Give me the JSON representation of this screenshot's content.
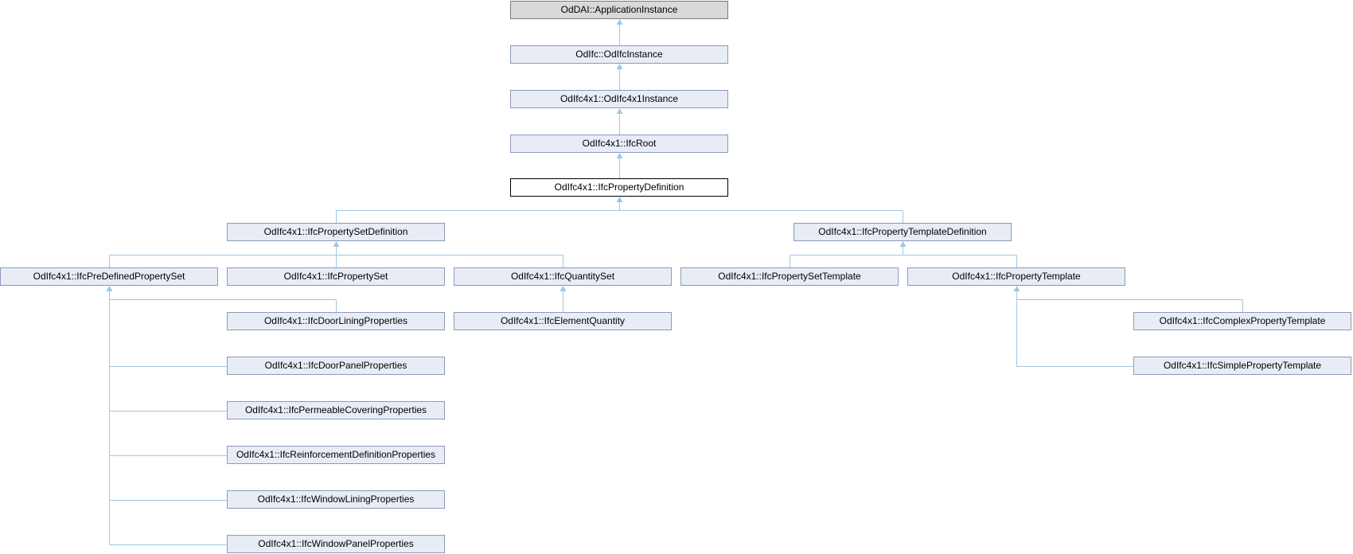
{
  "diagram": {
    "nodes": {
      "n_appinst": "OdDAI::ApplicationInstance",
      "n_ifcinst": "OdIfc::OdIfcInstance",
      "n_ifc4inst": "OdIfc4x1::OdIfc4x1Instance",
      "n_root": "OdIfc4x1::IfcRoot",
      "n_propdef": "OdIfc4x1::IfcPropertyDefinition",
      "n_psetdef": "OdIfc4x1::IfcPropertySetDefinition",
      "n_ptempldef": "OdIfc4x1::IfcPropertyTemplateDefinition",
      "n_predef": "OdIfc4x1::IfcPreDefinedPropertySet",
      "n_pset": "OdIfc4x1::IfcPropertySet",
      "n_qset": "OdIfc4x1::IfcQuantitySet",
      "n_psettempl": "OdIfc4x1::IfcPropertySetTemplate",
      "n_ptempl": "OdIfc4x1::IfcPropertyTemplate",
      "n_doorlining": "OdIfc4x1::IfcDoorLiningProperties",
      "n_elemqty": "OdIfc4x1::IfcElementQuantity",
      "n_complex": "OdIfc4x1::IfcComplexPropertyTemplate",
      "n_doorpanel": "OdIfc4x1::IfcDoorPanelProperties",
      "n_simple": "OdIfc4x1::IfcSimplePropertyTemplate",
      "n_permeable": "OdIfc4x1::IfcPermeableCoveringProperties",
      "n_reinf": "OdIfc4x1::IfcReinforcementDefinitionProperties",
      "n_winlining": "OdIfc4x1::IfcWindowLiningProperties",
      "n_winpanel": "OdIfc4x1::IfcWindowPanelProperties"
    },
    "edges": [
      {
        "from": "n_ifcinst",
        "to": "n_appinst"
      },
      {
        "from": "n_ifc4inst",
        "to": "n_ifcinst"
      },
      {
        "from": "n_root",
        "to": "n_ifc4inst"
      },
      {
        "from": "n_propdef",
        "to": "n_root"
      },
      {
        "from": "n_psetdef",
        "to": "n_propdef"
      },
      {
        "from": "n_ptempldef",
        "to": "n_propdef"
      },
      {
        "from": "n_predef",
        "to": "n_psetdef"
      },
      {
        "from": "n_pset",
        "to": "n_psetdef"
      },
      {
        "from": "n_qset",
        "to": "n_psetdef"
      },
      {
        "from": "n_psettempl",
        "to": "n_ptempldef"
      },
      {
        "from": "n_ptempl",
        "to": "n_ptempldef"
      },
      {
        "from": "n_elemqty",
        "to": "n_qset"
      },
      {
        "from": "n_doorlining",
        "to": "n_predef"
      },
      {
        "from": "n_doorpanel",
        "to": "n_predef"
      },
      {
        "from": "n_permeable",
        "to": "n_predef"
      },
      {
        "from": "n_reinf",
        "to": "n_predef"
      },
      {
        "from": "n_winlining",
        "to": "n_predef"
      },
      {
        "from": "n_winpanel",
        "to": "n_predef"
      },
      {
        "from": "n_complex",
        "to": "n_ptempl"
      },
      {
        "from": "n_simple",
        "to": "n_ptempl"
      }
    ],
    "colors": {
      "edge": "#9ec8e6",
      "node_fill": "#e8ecf5",
      "node_border": "#8b99bd",
      "focus_fill": "#ffffff",
      "focus_border": "#000000",
      "external_fill": "#d9d9d9"
    }
  }
}
